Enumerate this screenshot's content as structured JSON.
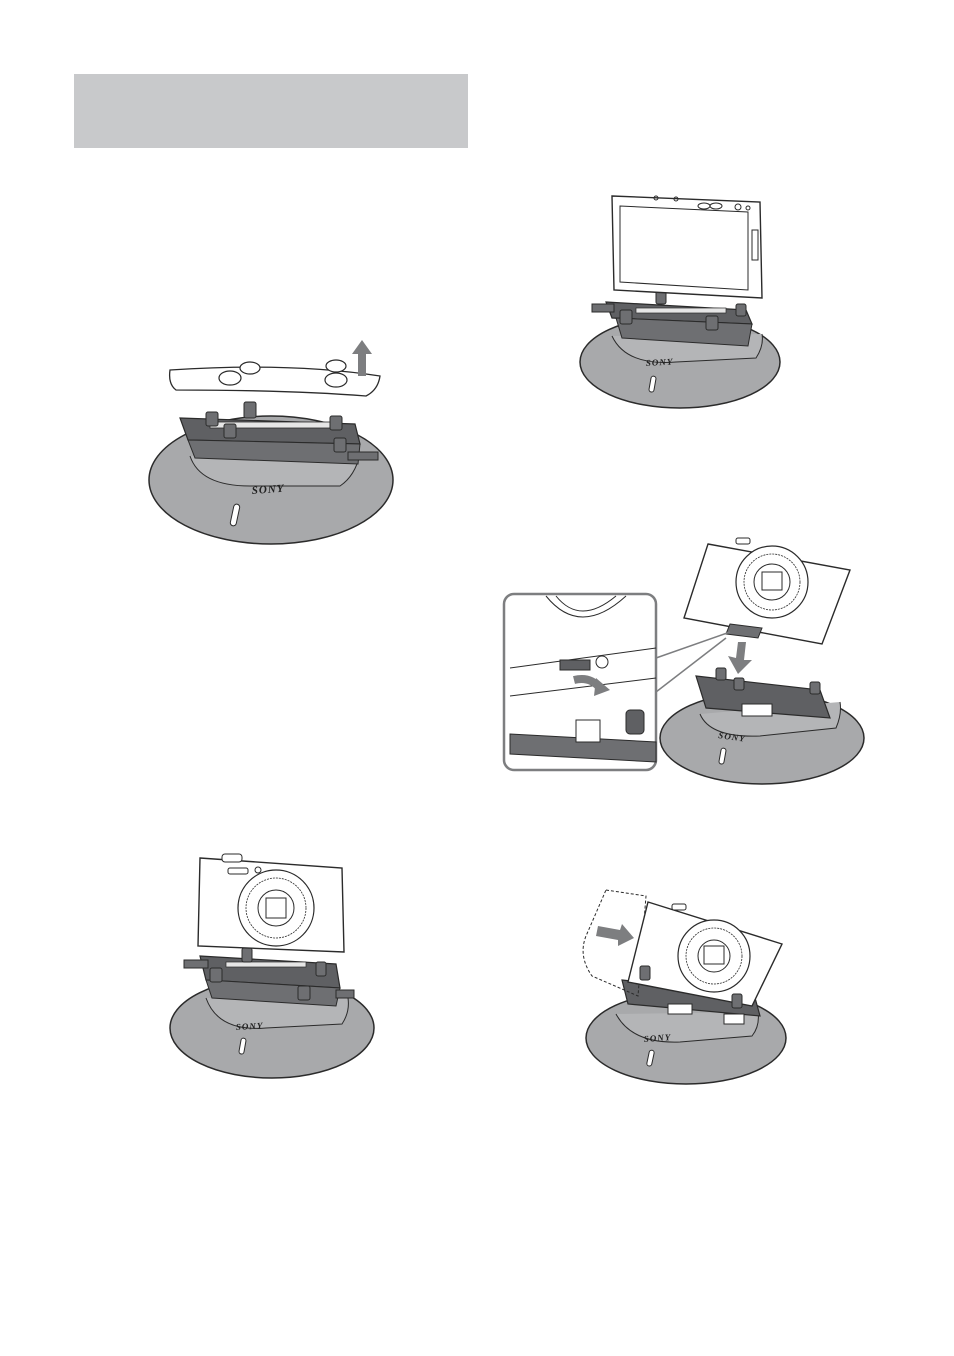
{
  "brand_label": "SONY",
  "colors": {
    "header_band": "#c8c9cb",
    "stand_base": "#a8a9ab",
    "stand_edge": "#8d8e90",
    "mount_dark": "#5f6063",
    "arrow": "#7d7e80",
    "line": "#2b2b2b"
  },
  "figures": [
    {
      "id": "fig-remove-adaptor",
      "icon": "stand-with-adaptor-lift-icon"
    },
    {
      "id": "fig-camera-on-stand-front",
      "icon": "camera-front-on-stand-icon"
    },
    {
      "id": "fig-camera-back-on-stand",
      "icon": "camera-back-on-stand-icon"
    },
    {
      "id": "fig-attach-camera-detail",
      "icon": "camera-attach-detail-icon"
    },
    {
      "id": "fig-slide-camera",
      "icon": "camera-slide-in-icon"
    }
  ]
}
